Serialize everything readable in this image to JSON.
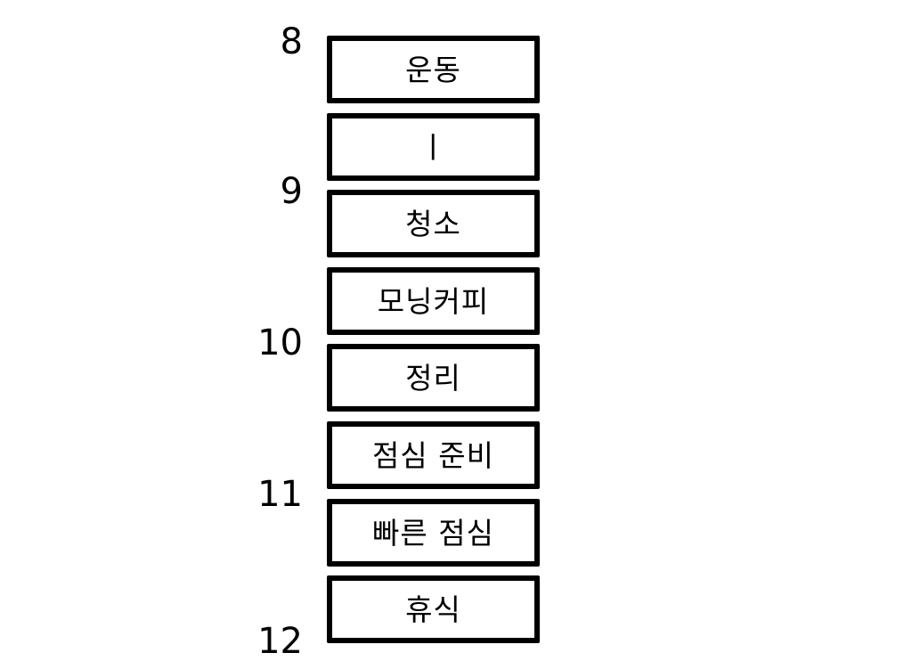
{
  "diagram": {
    "type": "daily-schedule-timeline",
    "background_color": "#ffffff",
    "ink_color": "#000000"
  },
  "timeline": {
    "hours": [
      {
        "label": "8"
      },
      {
        "label": "9"
      },
      {
        "label": "10"
      },
      {
        "label": "11"
      },
      {
        "label": "12"
      }
    ]
  },
  "schedule": {
    "blocks": [
      {
        "label": "운동"
      },
      {
        "label": "ㅣ"
      },
      {
        "label": "청소"
      },
      {
        "label": "모닝커피"
      },
      {
        "label": "정리"
      },
      {
        "label": "점심 준비"
      },
      {
        "label": "빠른 점심"
      },
      {
        "label": "휴식"
      }
    ]
  }
}
